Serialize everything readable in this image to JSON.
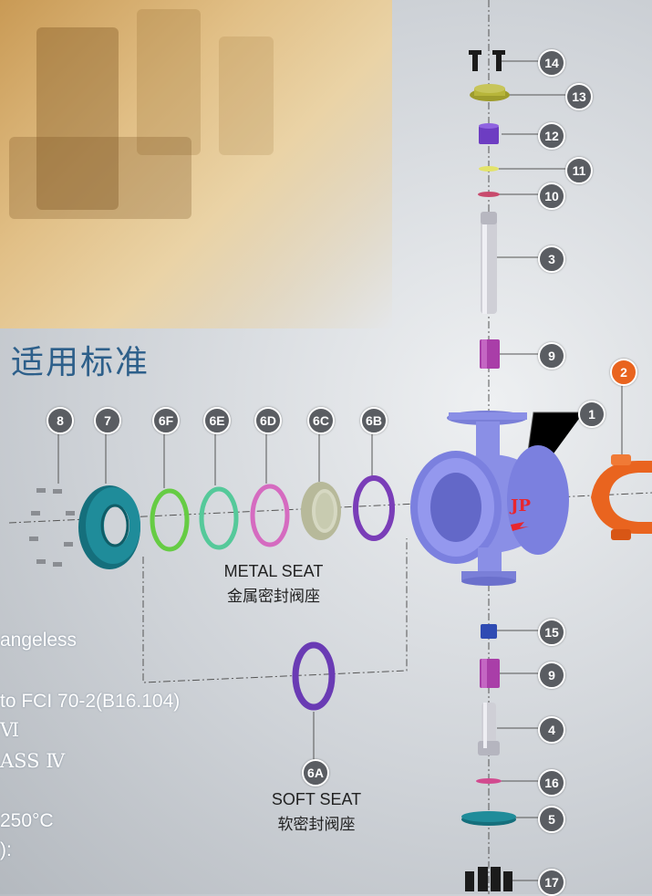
{
  "heading": "适用标准",
  "spec_fragments": [
    "angeless",
    "to FCI 70-2(B16.104)",
    "Ⅵ",
    "ASS Ⅳ",
    " 250°C",
    "):"
  ],
  "labels": {
    "metal_seat_en": "METAL SEAT",
    "metal_seat_zh": "金属密封阀座",
    "soft_seat_en": "SOFT SEAT",
    "soft_seat_zh": "软密封阀座"
  },
  "callouts": [
    "14",
    "13",
    "12",
    "11",
    "10",
    "3",
    "9",
    "2",
    "1",
    "8",
    "7",
    "6F",
    "6E",
    "6D",
    "6C",
    "6B",
    "15",
    "9",
    "4",
    "6A",
    "16",
    "5",
    "17"
  ],
  "colors": {
    "heading": "#2d5f8a",
    "body_blue": "#8a8fe6",
    "orange": "#e9641f",
    "teal": "#1f8c9a",
    "purple": "#7a3db8",
    "magenta": "#c054c0",
    "olive": "#a6a632",
    "callout": "#5a5d62"
  }
}
